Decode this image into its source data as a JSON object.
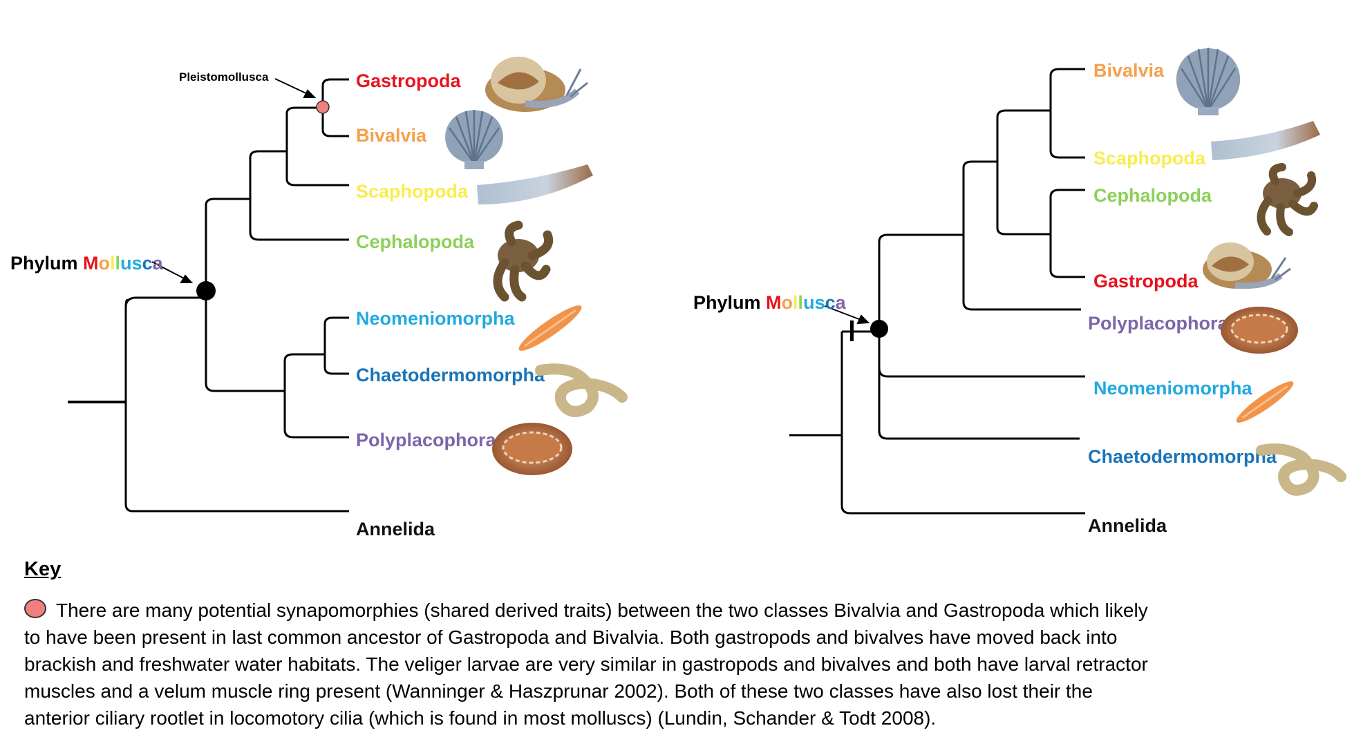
{
  "colors": {
    "gastropoda": "#e8121e",
    "bivalvia": "#f5a04a",
    "scaphopoda": "#f7ee4f",
    "cephalopoda": "#8dd05a",
    "neomeniomorpha": "#22a9e0",
    "chaetodermomorpha": "#1a74b8",
    "polyplacophora": "#7b67a9",
    "annelida": "#111111",
    "pleistomollusca_node": "#f08080"
  },
  "left_tree": {
    "pleistomollusca_label": "Pleistomollusca",
    "phylum_prefix": "Phylum ",
    "phylum_name_letters": [
      "M",
      "o",
      "l",
      "l",
      "u",
      "s",
      "c",
      "a"
    ],
    "taxa": {
      "gastropoda": "Gastropoda",
      "bivalvia": "Bivalvia",
      "scaphopoda": "Scaphopoda",
      "cephalopoda": "Cephalopoda",
      "neomeniomorpha": "Neomeniomorpha",
      "chaetodermomorpha": "Chaetodermomorpha",
      "polyplacophora": "Polyplacophora",
      "annelida": "Annelida"
    }
  },
  "right_tree": {
    "phylum_prefix": "Phylum ",
    "phylum_name_letters": [
      "M",
      "o",
      "l",
      "l",
      "u",
      "s",
      "c",
      "a"
    ],
    "taxa": {
      "bivalvia": "Bivalvia",
      "scaphopoda": "Scaphopoda",
      "cephalopoda": "Cephalopoda",
      "gastropoda": "Gastropoda",
      "polyplacophora": "Polyplacophora",
      "neomeniomorpha": "Neomeniomorpha",
      "chaetodermomorpha": "Chaetodermomorpha",
      "annelida": "Annelida"
    }
  },
  "phylum_letter_colors": [
    "#e8121e",
    "#f5a04a",
    "#f7ee4f",
    "#8dd05a",
    "#22a9e0",
    "#22a9e0",
    "#1a74b8",
    "#7b67a9"
  ],
  "key": {
    "title": "Key",
    "text": "There are many potential synapomorphies (shared derived traits) between the two classes Bivalvia and Gastropoda which likely to have been present in last common ancestor of Gastropoda and Bivalvia.  Both gastropods and bivalves have moved back into brackish and freshwater water habitats.  The veliger larvae are very similar in gastropods and bivalves and both have larval retractor muscles and a velum muscle ring present (Wanninger & Haszprunar 2002). Both of these two classes have also lost their the anterior ciliary rootlet in locomotory cilia (which is found in most molluscs) (Lundin, Schander & Todt 2008)."
  }
}
